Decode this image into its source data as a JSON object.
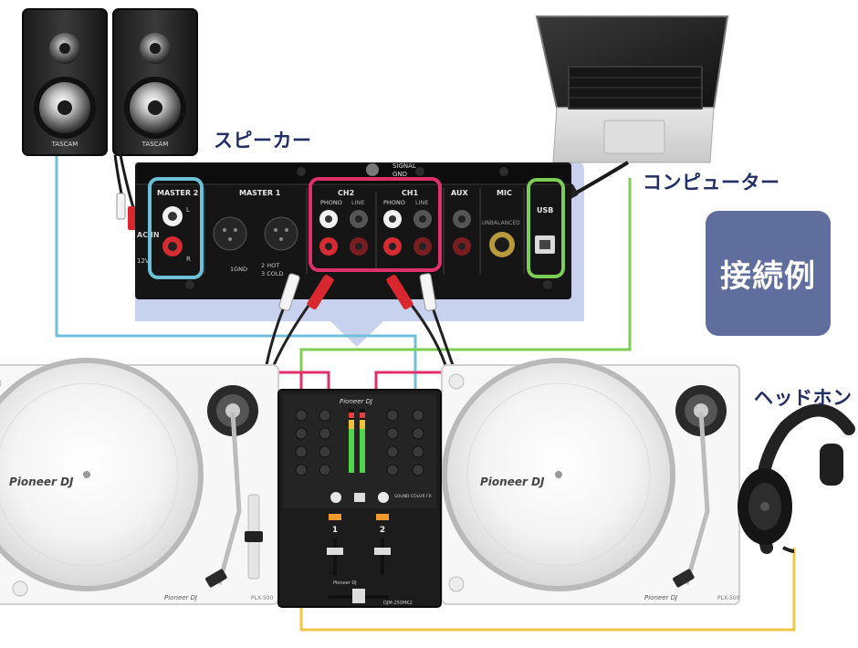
{
  "labels": {
    "speaker": "スピーカー",
    "computer": "コンピューター",
    "headphone": "ヘッドホン",
    "example_badge": "接続例"
  },
  "mixer_rear": {
    "signal_gnd_line1": "SIGNAL",
    "signal_gnd_line2": "GND",
    "master2": "MASTER 2",
    "master1": "MASTER 1",
    "ch2": "CH2",
    "ch1": "CH1",
    "phono": "PHONO",
    "line": "LINE",
    "aux": "AUX",
    "mic": "MIC",
    "unbalanced": "UNBALANCED",
    "usb": "USB",
    "l": "L",
    "r": "R",
    "gnd_note": "1GND",
    "hot_note": "2 HOT",
    "cold_note": "3 COLD",
    "ac_in": "AC IN",
    "volt": "12V"
  },
  "speaker_brand": "TASCAM",
  "turntable_brand": "Pioneer DJ",
  "turntable_model": "PLX-500",
  "mixer_brand": "Pioneer DJ",
  "mixer_model": "DJM-250MK2",
  "mixer_front": {
    "ch_left": "1",
    "ch_right": "2",
    "sound_color_fx": "SOUND COLOR FX"
  },
  "colors": {
    "label_text": "#222e66",
    "badge_bg": "#5f6e9c",
    "master_highlight": "#6ec0d8",
    "channel_highlight": "#e0306a",
    "usb_highlight": "#7ccc55",
    "shadow_panel": "#c8d2ee",
    "headphone_cable": "#efc646"
  }
}
